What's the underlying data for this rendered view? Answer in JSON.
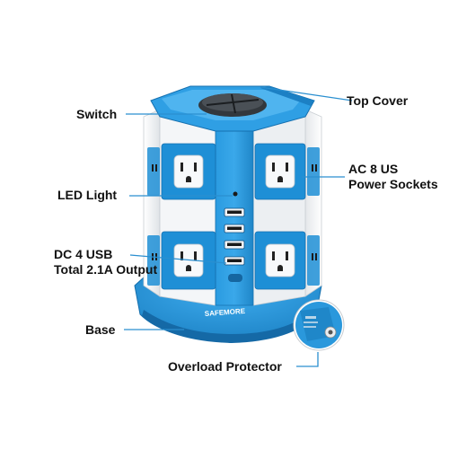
{
  "colors": {
    "accent": "#1e8fd6",
    "accent_dark": "#1570b0",
    "leader_line": "#2a8fd0",
    "body_white": "#f2f4f6",
    "text": "#111111"
  },
  "product": {
    "brand": "SAFEMORE",
    "usb_port_count": 4,
    "ac_socket_count": 8
  },
  "callouts": {
    "switch": "Switch",
    "top_cover": "Top Cover",
    "led_light": "LED Light",
    "ac_sockets": [
      "AC 8 US",
      "Power Sockets"
    ],
    "usb": [
      "DC 4 USB",
      "Total 2.1A Output"
    ],
    "base": "Base",
    "overload_protector": "Overload Protector"
  },
  "icons": {
    "outlet": "us-outlet-icon",
    "usb": "usb-port-icon",
    "led": "led-indicator-icon",
    "switch": "power-switch-icon"
  }
}
